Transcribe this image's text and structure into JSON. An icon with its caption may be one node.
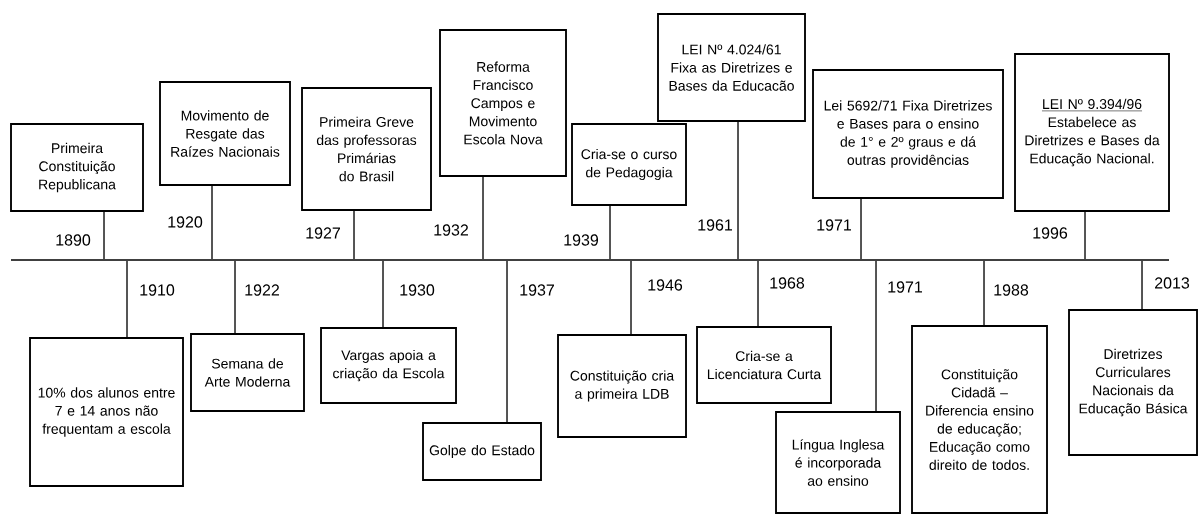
{
  "diagram": {
    "nodes": [
      {
        "text": [
          "Primeira Constituição Republicana"
        ]
      },
      {
        "text": [
          "Movimento de Resgate das Raízes Nacionais"
        ]
      },
      {
        "text": [
          "Primeira Greve das professoras Primárias do Brasil"
        ]
      },
      {
        "text": [
          "Reforma Francisco Campos e Movimento Escola Nova"
        ]
      },
      {
        "text": [
          "Cria-se o curso de Pedagogia"
        ]
      },
      {
        "text": [
          "LEI Nº 4.024/61 Fixa as Diretrizes e Bases da Educacão"
        ]
      },
      {
        "text": [
          "Lei 5692/71 Fixa Diretrizes e Bases para o ensino de 1° e 2º graus e dá outras providências"
        ]
      },
      {
        "text": [
          "LEI Nº 9.394/96",
          "Estabelece as Diretrizes e Bases da Educação Nacional."
        ]
      },
      {
        "text": [
          "10% dos alunos entre 7 e 14 anos não frequentam a escola"
        ]
      },
      {
        "text": [
          "Semana de Arte Moderna"
        ]
      },
      {
        "text": [
          "Vargas apoia a criação da Escola"
        ]
      },
      {
        "text": [
          "Golpe do Estado"
        ]
      },
      {
        "text": [
          "Constituição cria a primeira LDB"
        ]
      },
      {
        "text": [
          "Cria-se a Licenciatura Curta"
        ]
      },
      {
        "text": [
          "Língua Inglesa é incorporada ao ensino"
        ]
      },
      {
        "text": [
          "Constituição Cidadã – Diferencia ensino de educação; Educação como direito de todos."
        ]
      },
      {
        "text": [
          "Diretrizes Curriculares Nacionais da Educação Básica"
        ]
      },
      {
        "text": [],
        "shape": "bar"
      }
    ],
    "edges": [
      {
        "from": 0,
        "to": 17,
        "arrow": "none",
        "label": "1890"
      },
      {
        "from": 1,
        "to": 17,
        "arrow": "none",
        "label": "1920"
      },
      {
        "from": 2,
        "to": 17,
        "arrow": "none",
        "label": "1927"
      },
      {
        "from": 3,
        "to": 17,
        "arrow": "none",
        "label": "1932"
      },
      {
        "from": 4,
        "to": 17,
        "arrow": "none",
        "label": "1939"
      },
      {
        "from": 5,
        "to": 17,
        "arrow": "none",
        "label": "1961"
      },
      {
        "from": 6,
        "to": 17,
        "arrow": "none",
        "label": "1971"
      },
      {
        "from": 7,
        "to": 17,
        "arrow": "none",
        "label": "1996"
      },
      {
        "from": 8,
        "to": 17,
        "arrow": "none",
        "label": "1910"
      },
      {
        "from": 9,
        "to": 17,
        "arrow": "none",
        "label": "1922"
      },
      {
        "from": 10,
        "to": 17,
        "arrow": "none",
        "label": "1930"
      },
      {
        "from": 11,
        "to": 17,
        "arrow": "none",
        "label": "1937"
      },
      {
        "from": 12,
        "to": 17,
        "arrow": "none",
        "label": "1946"
      },
      {
        "from": 13,
        "to": 17,
        "arrow": "none",
        "label": "1968"
      },
      {
        "from": 14,
        "to": 17,
        "arrow": "none",
        "label": "1971"
      },
      {
        "from": 15,
        "to": 17,
        "arrow": "none",
        "label": "1988"
      },
      {
        "from": 16,
        "to": 17,
        "arrow": "none",
        "label": "2013"
      }
    ]
  }
}
